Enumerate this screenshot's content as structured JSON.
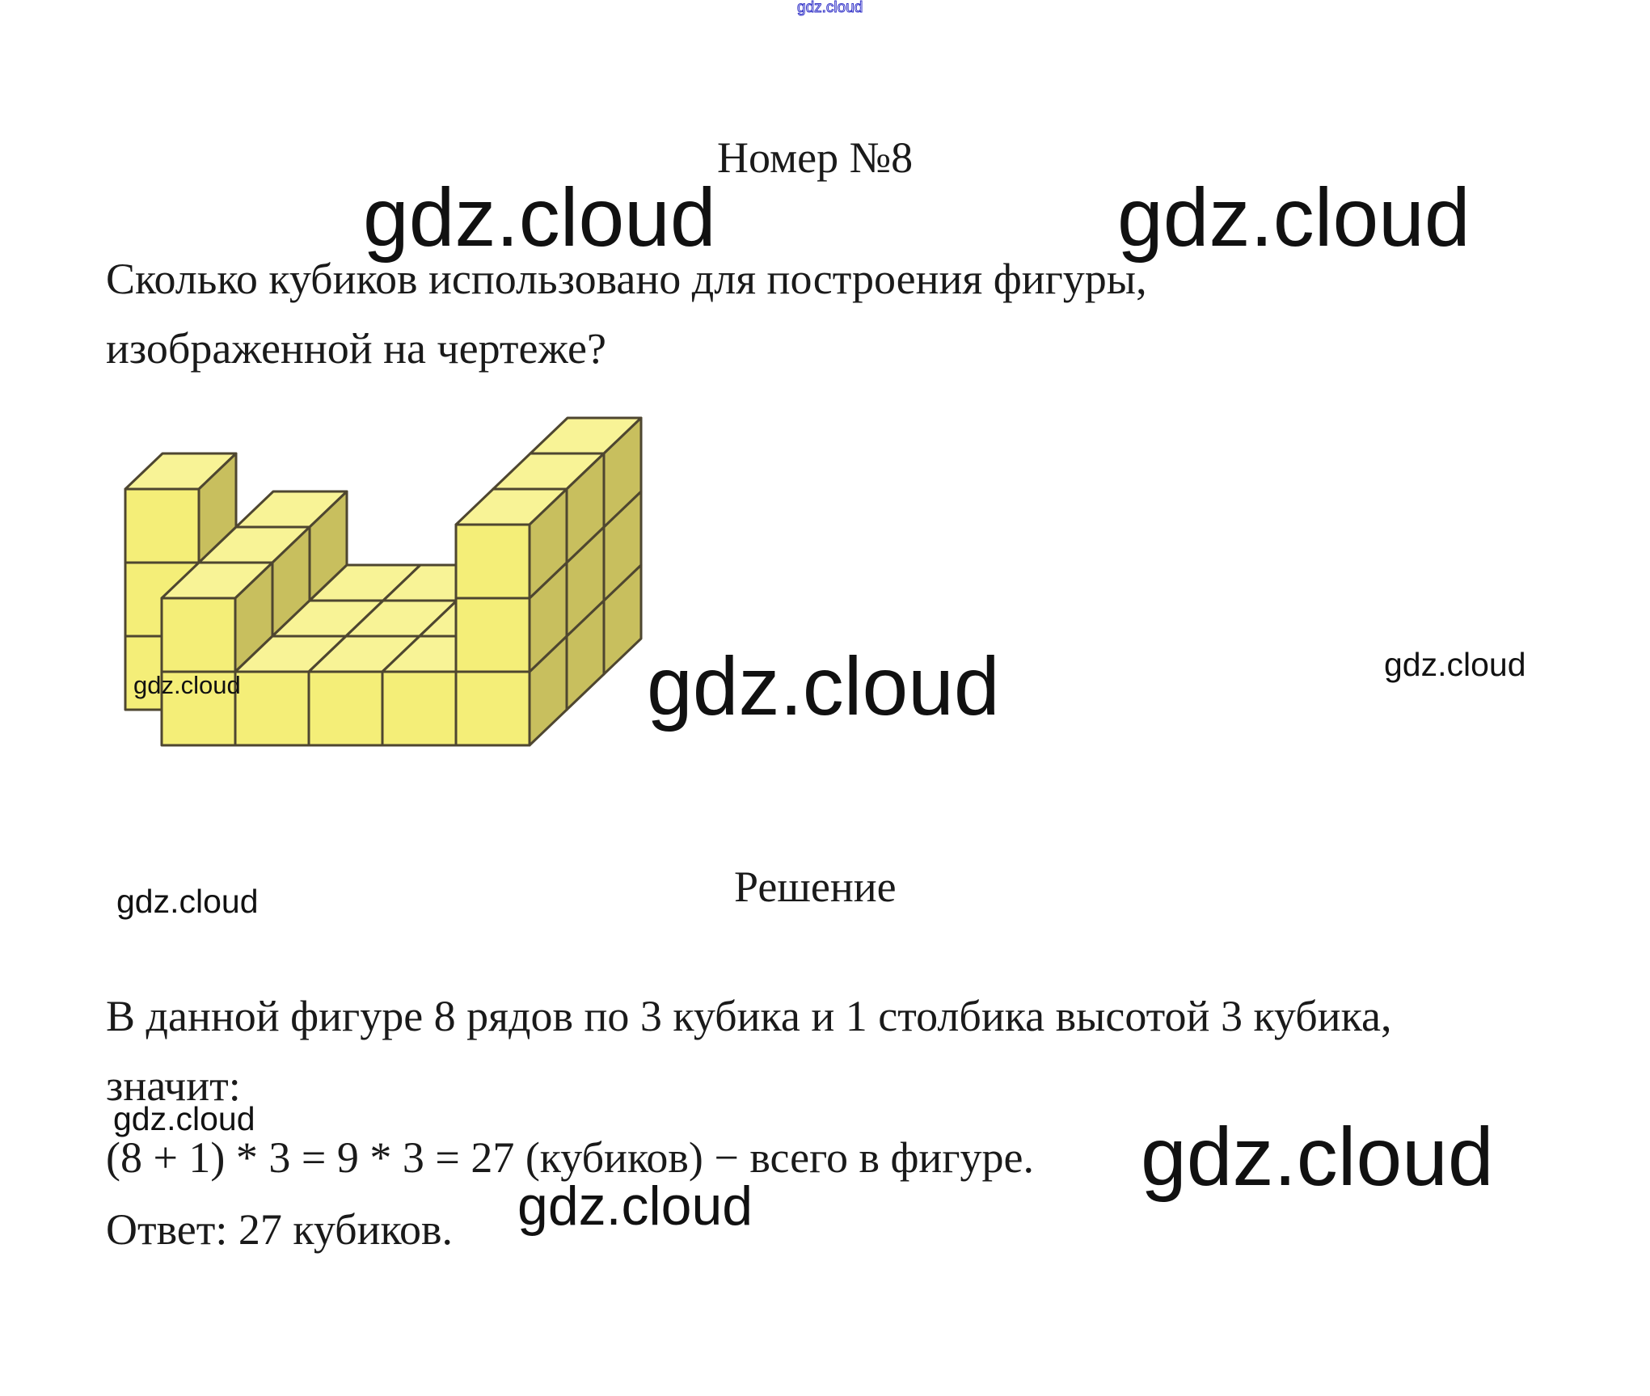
{
  "watermark": "gdz.cloud",
  "title": "Номер №8",
  "question": {
    "line1": "Сколько кубиков использовано для построения фигуры,",
    "line2": "изображенной на чертеже?"
  },
  "solution_heading": "Решение",
  "solution": {
    "line1": "В данной фигуре 8 рядов по 3 кубика и 1 столбика высотой 3 кубика,",
    "line2": "значит:",
    "line3": "(8 + 1) * 3 = 9 * 3 = 27 (кубиков) − всего в фигуре.",
    "answer": "Ответ: 27 кубиков."
  },
  "colors": {
    "cube_front": "#f4ee78",
    "cube_top": "#f8f396",
    "cube_side": "#c8bf5e",
    "cube_edge": "#4e4630",
    "watermark_top": "#3434c8"
  }
}
